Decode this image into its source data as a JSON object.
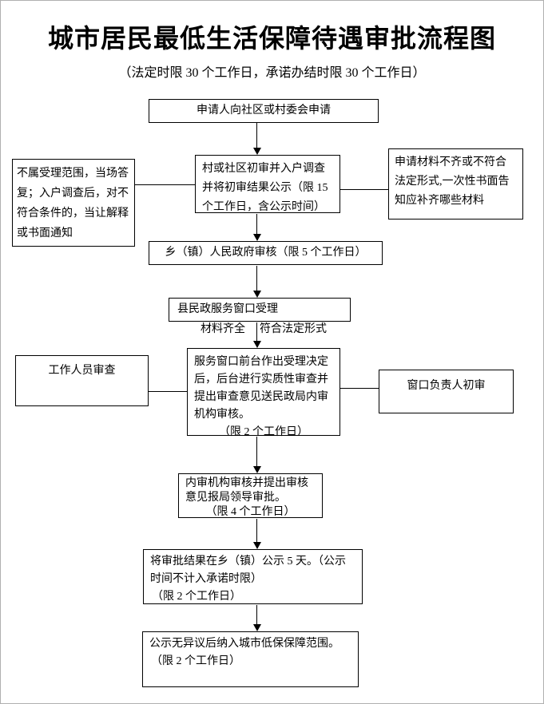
{
  "page": {
    "title": "城市居民最低生活保障待遇审批流程图",
    "subtitle": "（法定时限 30 个工作日，承诺办结时限 30 个工作日）"
  },
  "flowchart": {
    "nodes": {
      "apply": {
        "text": "申请人向社区或村委会申请"
      },
      "village_review": {
        "text": "村或社区初审并入户调查并将初审结果公示（限 15 个工作日，含公示时间）"
      },
      "not_accepted": {
        "text": "不属受理范围，当场答复；入户调查后，对不符合条件的，当让解释或书面通知"
      },
      "materials_incomplete": {
        "text": "申请材料不齐或不符合法定形式,一次性书面告知应补齐哪些材料"
      },
      "township_review": {
        "text": "乡（镇）人民政府审核（限 5 个工作日）"
      },
      "county_window": {
        "text": "县民政服务窗口受理"
      },
      "staff_review": {
        "text": "工作人员审查"
      },
      "window_decision": {
        "text": "服务窗口前台作出受理决定后，后台进行实质性审查并提出审查意见送民政局内审机构审核。",
        "limit": "（限 2 个工作日）"
      },
      "window_chief": {
        "text": "窗口负责人初审"
      },
      "internal_audit": {
        "text": "内审机构审核并提出审核意见报局领导审批。",
        "limit": "（限 4 个工作日）"
      },
      "publicity": {
        "text": "将审批结果在乡（镇）公示 5 天。（公示时间不计入承诺时限）",
        "limit": "（限 2 个工作日）"
      },
      "final_inclusion": {
        "text": "公示无异议后纳入城市低保保障范围。",
        "limit": "（限 2 个工作日）"
      }
    },
    "edge_labels": {
      "materials_complete": "材料齐全",
      "legal_form": "符合法定形式"
    },
    "colors": {
      "line": "#000000",
      "background": "#ffffff",
      "text": "#000000"
    }
  }
}
